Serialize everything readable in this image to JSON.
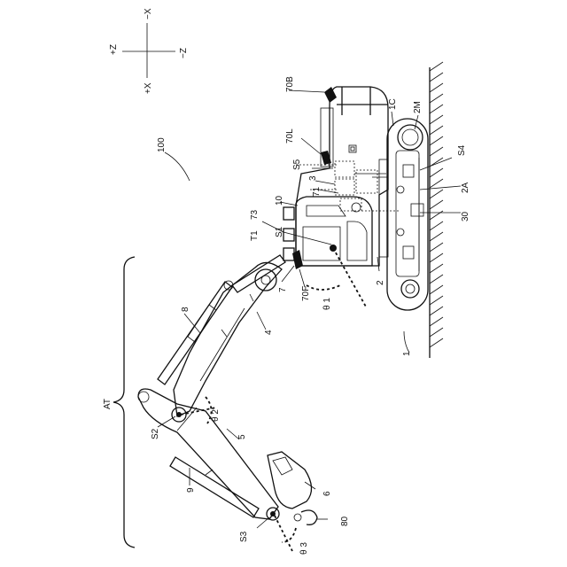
{
  "axes": {
    "pz": "+Z",
    "mx": "−X",
    "mz": "−Z",
    "px": "+X"
  },
  "labels": {
    "ref_100": "100",
    "ref_1": "1",
    "ref_2": "2",
    "ref_2A": "2A",
    "ref_2M": "2M",
    "ref_1C": "1C",
    "ref_3": "3",
    "ref_4": "4",
    "ref_5": "5",
    "ref_6": "6",
    "ref_7": "7",
    "ref_8": "8",
    "ref_9": "9",
    "ref_10": "10",
    "ref_30": "30",
    "ref_70B": "70B",
    "ref_70L": "70L",
    "ref_70F": "70F",
    "ref_71": "71",
    "ref_73": "73",
    "ref_80": "80",
    "ref_AT": "AT",
    "ref_S1": "S1",
    "ref_S2": "S2",
    "ref_S3": "S3",
    "ref_S4": "S4",
    "ref_S5": "S5",
    "ref_T1": "T1",
    "theta1": "θ 1",
    "theta2": "θ 2",
    "theta3": "θ 3"
  }
}
